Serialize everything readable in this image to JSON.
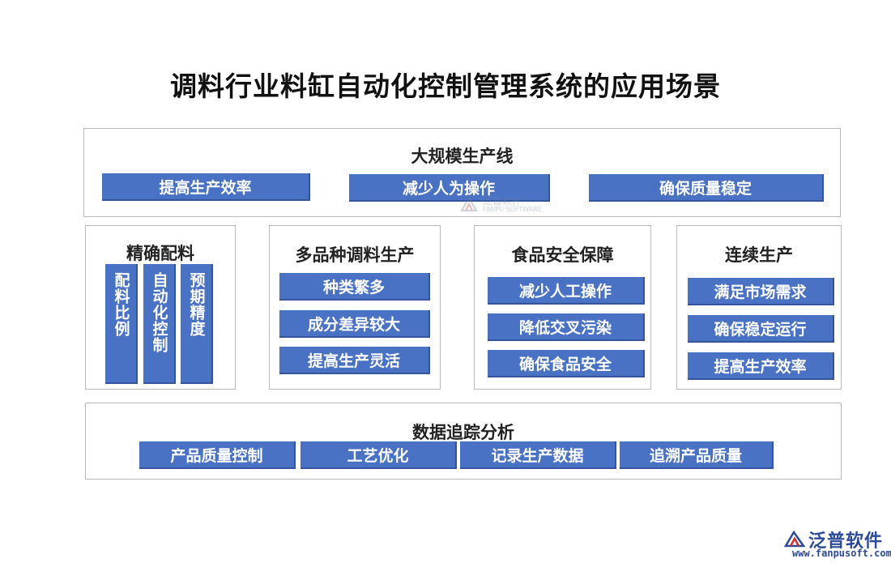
{
  "title": "调料行业料缸自动化控制管理系统的应用场景",
  "large_scale": {
    "title": "大规模生产线",
    "items": [
      "提高生产效率",
      "减少人为操作",
      "确保质量稳定"
    ]
  },
  "precise": {
    "title": "精确配料",
    "items": [
      "配料比例",
      "自动化控制",
      "预期精度"
    ]
  },
  "multi_variety": {
    "title": "多品种调料生产",
    "items": [
      "种类繁多",
      "成分差异较大",
      "提高生产灵活"
    ]
  },
  "food_safety": {
    "title": "食品安全保障",
    "items": [
      "减少人工操作",
      "降低交叉污染",
      "确保食品安全"
    ]
  },
  "continuous": {
    "title": "连续生产",
    "items": [
      "满足市场需求",
      "确保稳定运行",
      "提高生产效率"
    ]
  },
  "data_tracking": {
    "title": "数据追踪分析",
    "items": [
      "产品质量控制",
      "工艺优化",
      "记录生产数据",
      "追溯产品质量"
    ]
  },
  "watermark": {
    "line1": "泛普软件",
    "line2": "FANPU SOFTWARE"
  },
  "logo": {
    "name": "泛普软件",
    "url": "www.fanpusoft.com"
  },
  "colors": {
    "accent": "#4a72c4",
    "border": "#b9b9b9",
    "logo": "#2c4a9a"
  }
}
